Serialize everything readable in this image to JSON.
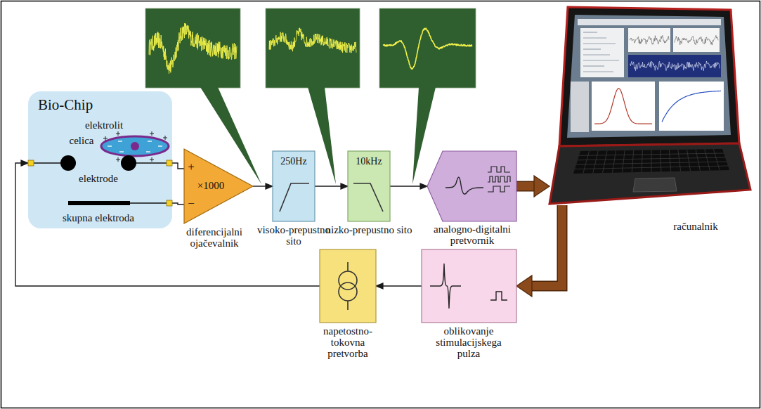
{
  "diagram": {
    "nodes": [
      {
        "text": [
          "Bio-Chip",
          "elektrolit",
          "celica",
          "elektrode",
          "skupna elektroda"
        ]
      },
      {
        "text": [
          "+",
          "−",
          "×1000",
          "diferencijalni ojačevalnik"
        ]
      },
      {
        "text": [
          "250Hz",
          "visoko-prepustno sito"
        ]
      },
      {
        "text": [
          "10kHz",
          "nizko-prepustno sito"
        ]
      },
      {
        "text": [
          "analogno-digitalni pretvornik"
        ]
      },
      {
        "text": [
          "računalnik"
        ]
      },
      {
        "text": [
          "oblikovanje stimulacijskega pulza"
        ]
      },
      {
        "text": [
          "napetostno- tokovna pretvorba"
        ]
      }
    ],
    "edges": [
      {
        "from": 0,
        "to": 1,
        "arrow": "none"
      },
      {
        "from": 0,
        "to": 1,
        "arrow": "none"
      },
      {
        "from": 1,
        "to": 2,
        "arrow": "to"
      },
      {
        "from": 2,
        "to": 3,
        "arrow": "to"
      },
      {
        "from": 3,
        "to": 4,
        "arrow": "to"
      },
      {
        "from": 4,
        "to": 5,
        "arrow": "to"
      },
      {
        "from": 5,
        "to": 6,
        "arrow": "to"
      },
      {
        "from": 6,
        "to": 7,
        "arrow": "to"
      },
      {
        "from": 7,
        "to": 0,
        "arrow": "to"
      }
    ]
  }
}
